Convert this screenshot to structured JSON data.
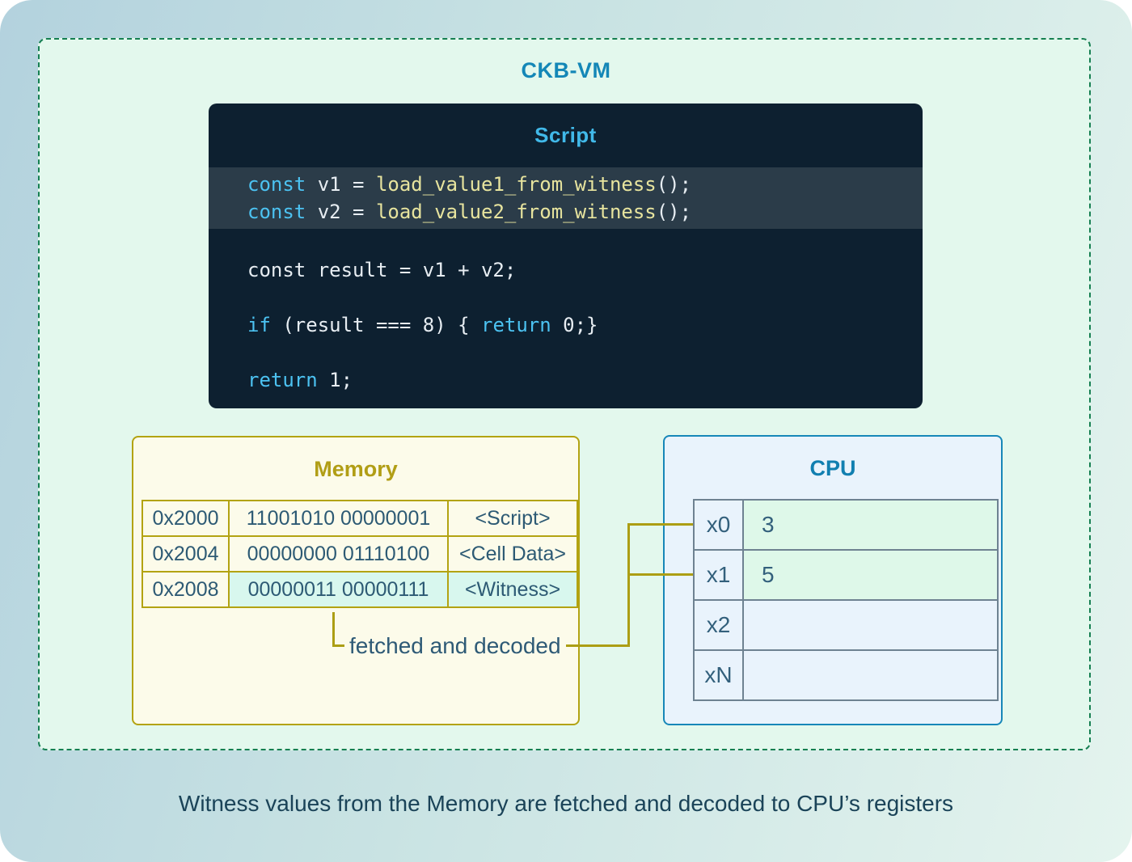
{
  "vm": {
    "title": "CKB-VM"
  },
  "code": {
    "title": "Script",
    "l1": {
      "kw": "const",
      "a": " v1 = ",
      "fn": "load_value1_from_witness",
      "b": "();"
    },
    "l2": {
      "kw": "const",
      "a": " v2 = ",
      "fn": "load_value2_from_witness",
      "b": "();"
    },
    "l3": "const result = v1 + v2;",
    "l4": {
      "kw": "if",
      "a": " (result === 8) { ",
      "kw2": "return",
      "b": " 0;}"
    },
    "l5": {
      "kw": "return",
      "a": " 1;"
    }
  },
  "memory": {
    "title": "Memory",
    "rows": [
      {
        "addr": "0x2000",
        "bits": "11001010 00000001",
        "label": "<Script>"
      },
      {
        "addr": "0x2004",
        "bits": "00000000 01110100",
        "label": "<Cell Data>"
      },
      {
        "addr": "0x2008",
        "bits": "00000011 00000111",
        "label": "<Witness>"
      }
    ]
  },
  "cpu": {
    "title": "CPU",
    "rows": [
      {
        "reg": "x0",
        "value": "3"
      },
      {
        "reg": "x1",
        "value": "5"
      },
      {
        "reg": "x2",
        "value": ""
      },
      {
        "reg": "xN",
        "value": ""
      }
    ]
  },
  "connector": {
    "label": "fetched and decoded"
  },
  "caption": "Witness values from the Memory are fetched and decoded to CPU’s registers",
  "colors": {
    "dashed_border": "#157f51",
    "vm_background": "#e3f8ed",
    "code_background": "#0d2030",
    "code_highlight_band": "#2b3c49",
    "code_keyword": "#4cc2f1",
    "code_function": "#e7e49e",
    "memory_accent": "#b3a312",
    "cpu_accent": "#1787b8",
    "wire": "#ac9e14",
    "highlight_cell": "#d8f7ee",
    "register_highlight": "#def8e9"
  }
}
